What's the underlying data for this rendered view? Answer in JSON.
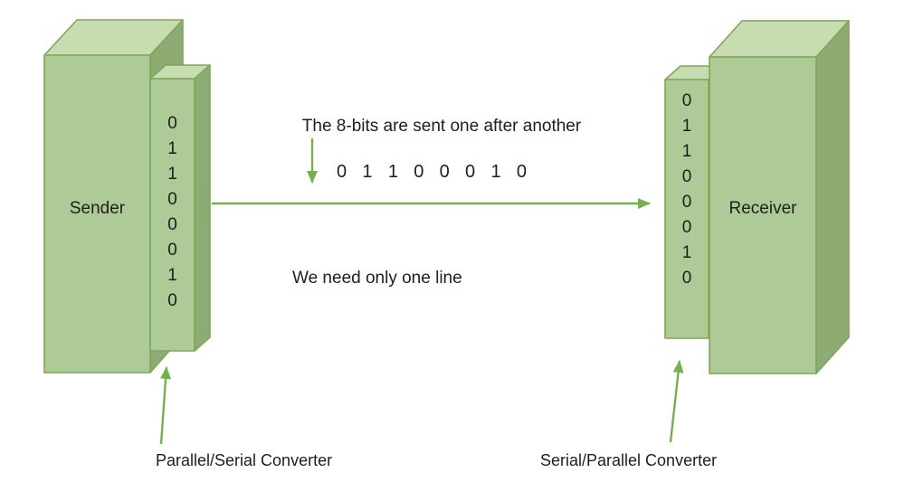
{
  "colors": {
    "box_front": "#aeca96",
    "box_top": "#c8dcb2",
    "box_side": "#8dab72",
    "outline": "#7ea757",
    "arrow": "#74b14e",
    "text": "#1e1e1e"
  },
  "sender": {
    "label": "Sender"
  },
  "receiver": {
    "label": "Receiver"
  },
  "sender_converter": {
    "label": "Parallel/Serial Converter",
    "bits": [
      "0",
      "1",
      "1",
      "0",
      "0",
      "0",
      "1",
      "0"
    ]
  },
  "receiver_converter": {
    "label": "Serial/Parallel Converter",
    "bits": [
      "0",
      "1",
      "1",
      "0",
      "0",
      "0",
      "1",
      "0"
    ]
  },
  "channel": {
    "top_note": "The 8-bits are sent one after another",
    "serial_bits": [
      "0",
      "1",
      "1",
      "0",
      "0",
      "0",
      "1",
      "0"
    ],
    "bottom_note": "We need only one line"
  }
}
